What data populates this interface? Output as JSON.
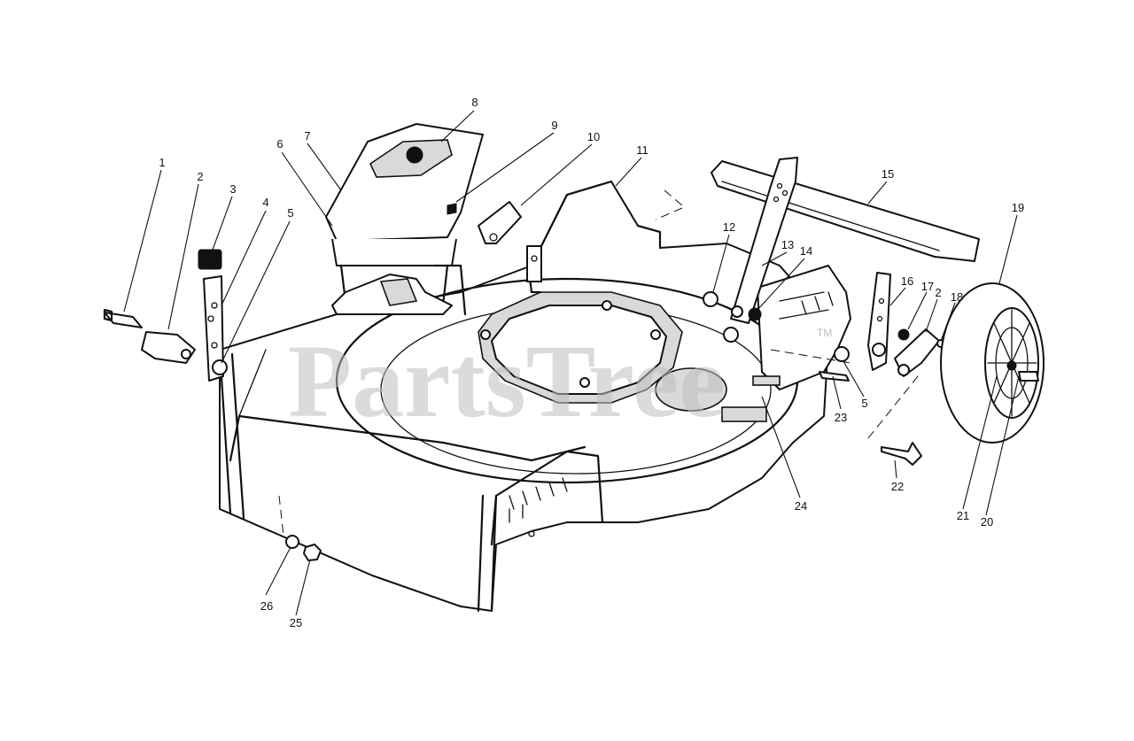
{
  "watermark": {
    "text": "PartsTree",
    "mark": "TM"
  },
  "callouts": {
    "c1": "1",
    "c2": "2",
    "c3": "3",
    "c4": "4",
    "c5": "5",
    "c6": "6",
    "c7": "7",
    "c8": "8",
    "c9": "9",
    "c10": "10",
    "c11": "11",
    "c12": "12",
    "c13": "13",
    "c14": "14",
    "c15": "15",
    "c16": "16",
    "c17": "17",
    "c18": "18",
    "c2b": "2",
    "c19": "19",
    "c20": "20",
    "c21": "21",
    "c22": "22",
    "c23": "23",
    "c5b": "5",
    "c24": "24",
    "c25": "25",
    "c26": "26"
  }
}
